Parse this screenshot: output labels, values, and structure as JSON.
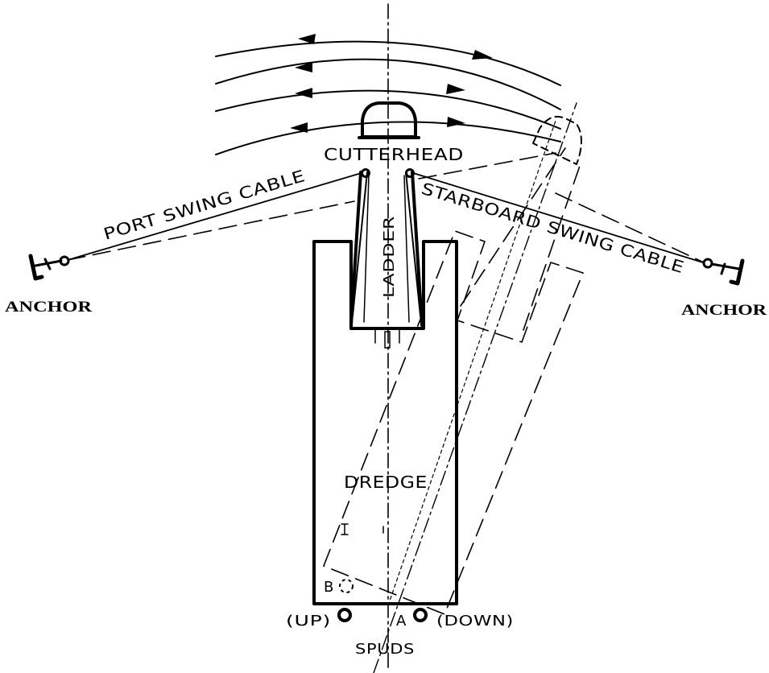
{
  "labels": {
    "cutterhead": "CUTTERHEAD",
    "port_swing_cable": "PORT SWING CABLE",
    "starboard_swing_cable": "STARBOARD SWING CABLE",
    "ladder": "LADDER",
    "anchor_left": "ANCHOR",
    "anchor_right": "ANCHOR",
    "dredge": "DREDGE",
    "spud_b": "B",
    "spud_a": "A",
    "up": "(UP)",
    "down": "(DOWN)",
    "spuds": "SPUDS"
  },
  "colors": {
    "ink": "#000000",
    "background": "#ffffff"
  }
}
